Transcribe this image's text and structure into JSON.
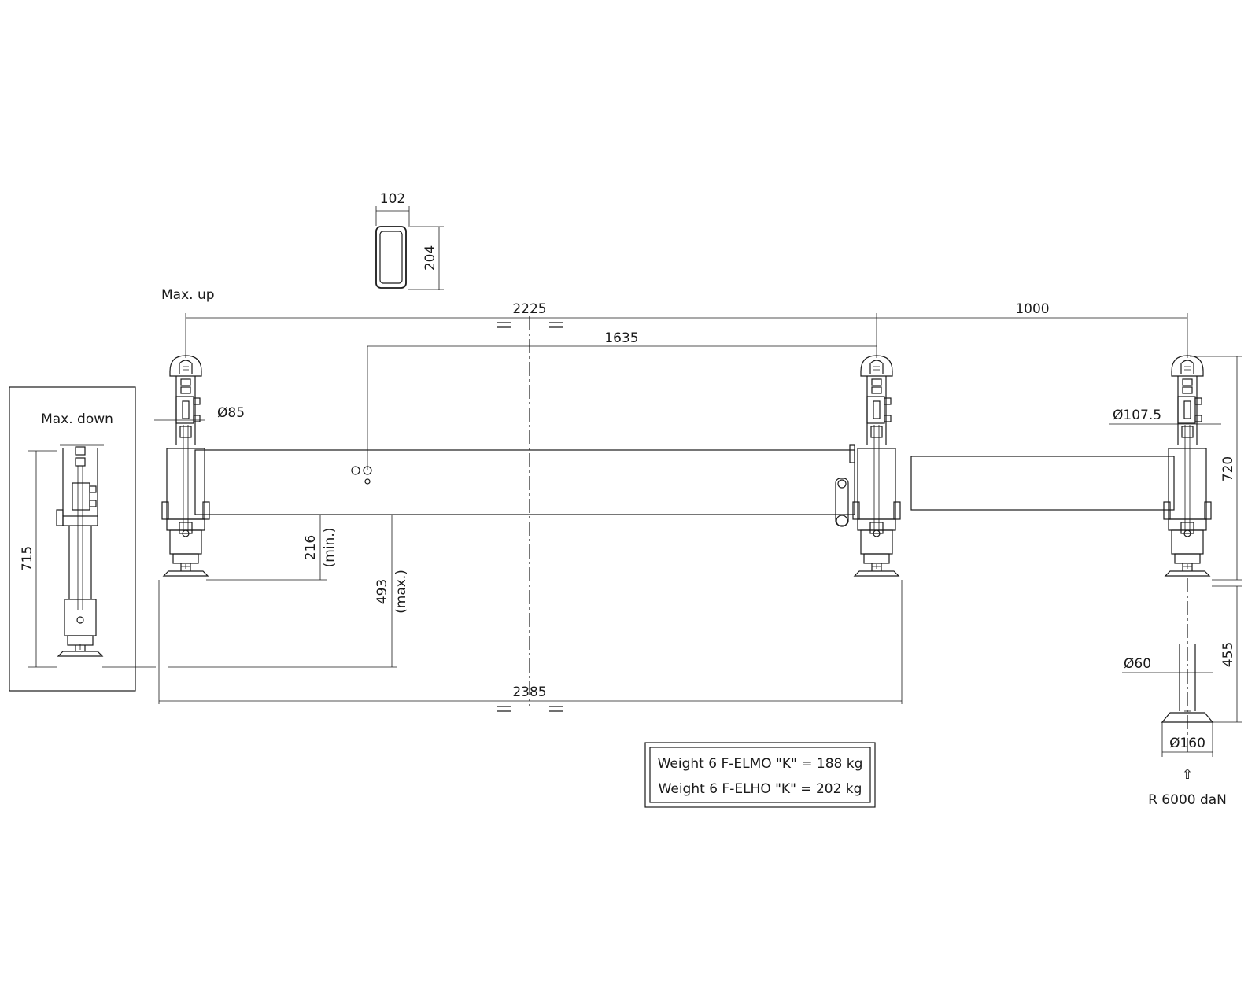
{
  "labels": {
    "max_up": "Max. up",
    "max_down": "Max. down",
    "min": "(min.)",
    "max": "(max.)",
    "reaction": "R 6000 daN",
    "arrow_up": "⇧"
  },
  "dimensions": {
    "profile_width": "102",
    "profile_height": "204",
    "span_2225": "2225",
    "span_1000": "1000",
    "span_1635": "1635",
    "span_2385": "2385",
    "dia_85": "Ø85",
    "dia_107_5": "Ø107.5",
    "dia_60": "Ø60",
    "dia_160": "Ø160",
    "h_720": "720",
    "h_715": "715",
    "h_455": "455",
    "h_216": "216",
    "h_493": "493"
  },
  "weights": {
    "line1": "Weight 6 F-ELMO \"K\" = 188 kg",
    "line2": "Weight 6 F-ELHO \"K\" = 202 kg"
  }
}
